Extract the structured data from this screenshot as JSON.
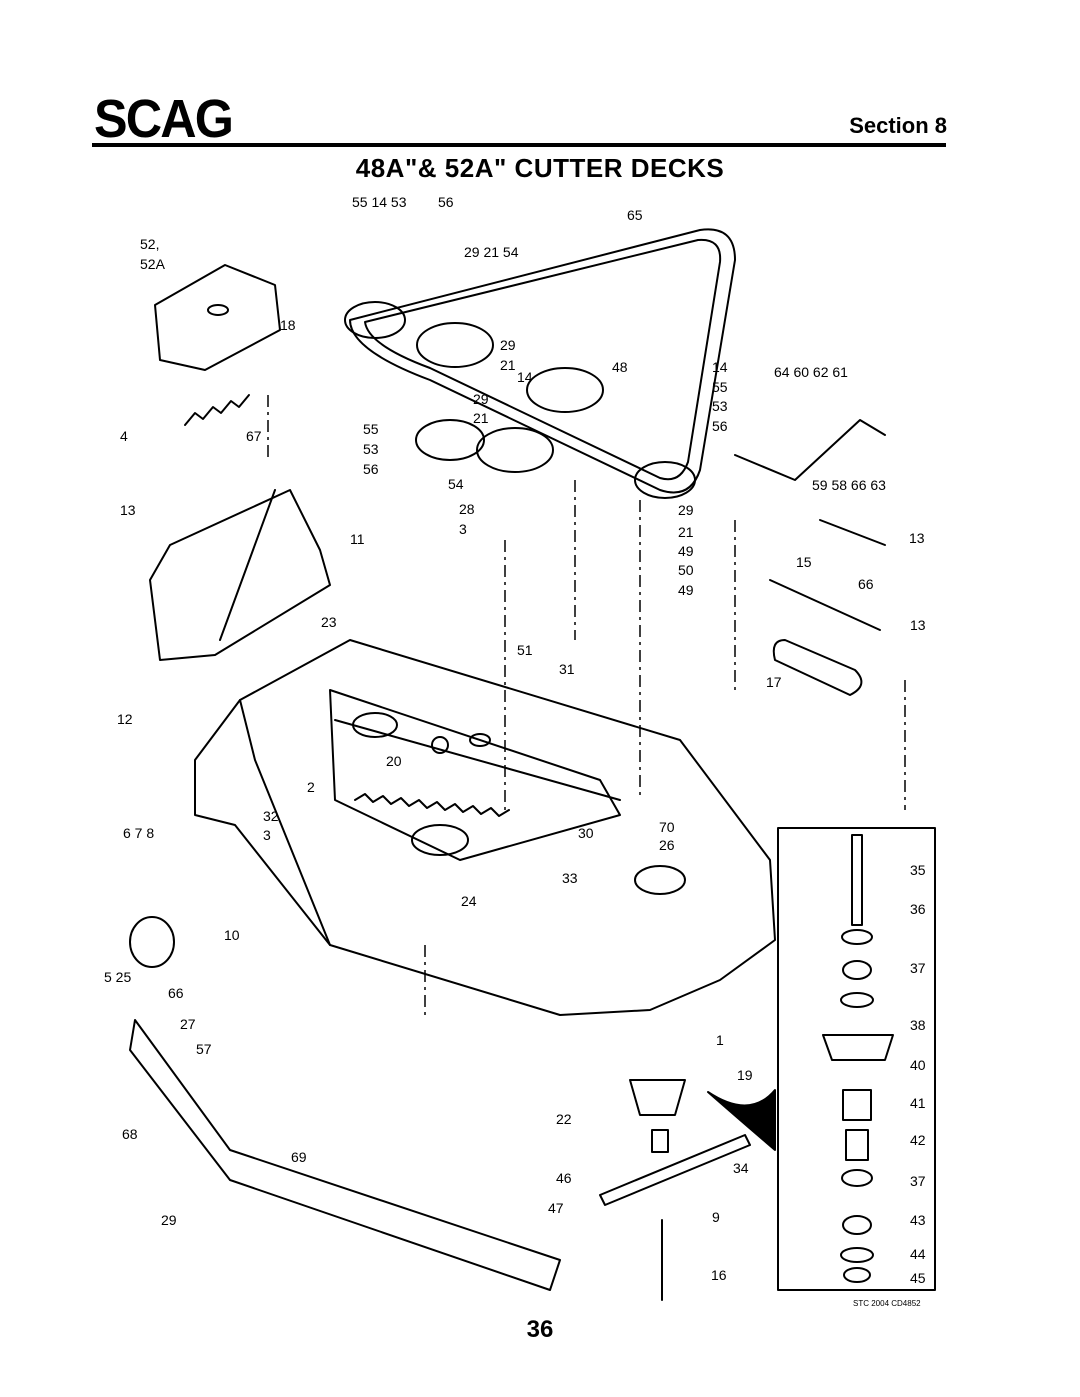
{
  "header": {
    "brand": "SCAG",
    "section": "Section 8"
  },
  "title": "48A\"& 52A\" CUTTER DECKS",
  "page_number": "36",
  "drawing_code": "STC 2004 CD4852",
  "callouts": [
    "55 14 53",
    "56",
    "65",
    "52,",
    "52A",
    "29 21 54",
    "18",
    "29",
    "21",
    "48",
    "14",
    "64 60 62 61",
    "14",
    "55",
    "53",
    "56",
    "29",
    "21",
    "4",
    "67",
    "55",
    "53",
    "56",
    "54",
    "59 58 66 63",
    "13",
    "28",
    "3",
    "29",
    "21",
    "11",
    "49",
    "50",
    "49",
    "13",
    "15",
    "66",
    "13",
    "23",
    "51",
    "31",
    "17",
    "12",
    "20",
    "2",
    "32",
    "3",
    "6 7 8",
    "30",
    "70",
    "26",
    "33",
    "24",
    "35",
    "36",
    "10",
    "37",
    "5 25",
    "66",
    "27",
    "38",
    "57",
    "1",
    "40",
    "19",
    "41",
    "68",
    "22",
    "42",
    "69",
    "46",
    "34",
    "37",
    "29",
    "47",
    "9",
    "43",
    "44",
    "16",
    "45"
  ]
}
